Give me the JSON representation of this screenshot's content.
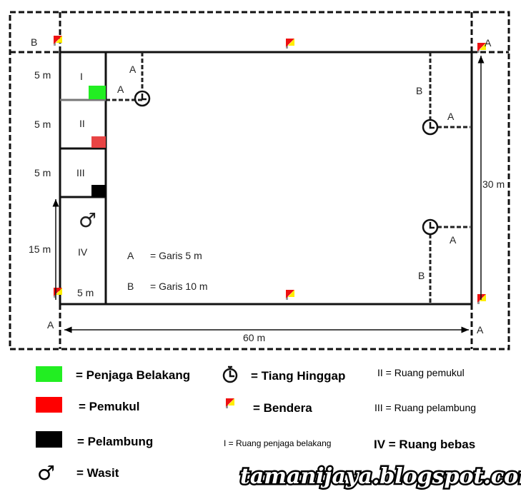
{
  "field": {
    "labels": {
      "line_a": "A",
      "line_b": "B",
      "width": "30 m",
      "length": "60 m",
      "free_zone_height": "15 m",
      "zone_height": "5 m",
      "zone_width": "5 m"
    },
    "zones": [
      "I",
      "II",
      "III",
      "IV"
    ],
    "referee_symbol": "♂",
    "notes": [
      {
        "key": "A",
        "text": "= Garis 5 m"
      },
      {
        "key": "B",
        "text": "= Garis 10 m"
      }
    ]
  },
  "colors": {
    "penjaga_belakang": "#22ee22",
    "pemukul": "#ee3333",
    "pelambung": "#000000",
    "flag_red": "#ee1111",
    "flag_yellow": "#ffee00"
  },
  "legend": {
    "items": [
      {
        "icon": "green-square",
        "text": "= Penjaga Belakang"
      },
      {
        "icon": "red-square",
        "text": "= Pemukul"
      },
      {
        "icon": "black-square",
        "text": "= Pelambung"
      },
      {
        "icon": "male-symbol",
        "symbol": "♂",
        "text": "= Wasit"
      },
      {
        "icon": "post-icon",
        "text": "= Tiang Hinggap"
      },
      {
        "icon": "flag-icon",
        "text": "= Bendera"
      }
    ],
    "rooms": [
      {
        "text": "II = Ruang pemukul"
      },
      {
        "text": "III = Ruang pelambung"
      },
      {
        "text": "I = Ruang penjaga belakang"
      },
      {
        "text": "IV = Ruang bebas"
      }
    ]
  },
  "watermark": "tamanijaya.blogspot.com"
}
